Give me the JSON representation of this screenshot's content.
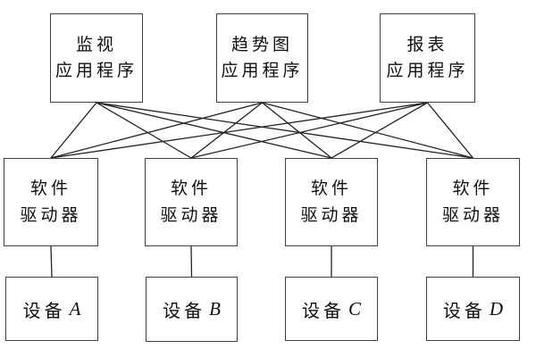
{
  "apps": [
    {
      "line1": "监视",
      "line2": "应用程序"
    },
    {
      "line1": "趋势图",
      "line2": "应用程序"
    },
    {
      "line1": "报表",
      "line2": "应用程序"
    }
  ],
  "drivers": [
    {
      "line1": "软件",
      "line2": "驱动器"
    },
    {
      "line1": "软件",
      "line2": "驱动器"
    },
    {
      "line1": "软件",
      "line2": "驱动器"
    },
    {
      "line1": "软件",
      "line2": "驱动器"
    }
  ],
  "devices": [
    {
      "prefix": "设备",
      "letter": "A"
    },
    {
      "prefix": "设备",
      "letter": "B"
    },
    {
      "prefix": "设备",
      "letter": "C"
    },
    {
      "prefix": "设备",
      "letter": "D"
    }
  ],
  "colors": {
    "line": "#222222",
    "border": "#404040",
    "background": "#ffffff",
    "text": "#101010"
  },
  "connections": [
    {
      "from": "app-0",
      "to": "drv-0"
    },
    {
      "from": "app-0",
      "to": "drv-1"
    },
    {
      "from": "app-0",
      "to": "drv-2"
    },
    {
      "from": "app-0",
      "to": "drv-3"
    },
    {
      "from": "app-1",
      "to": "drv-0"
    },
    {
      "from": "app-1",
      "to": "drv-1"
    },
    {
      "from": "app-1",
      "to": "drv-2"
    },
    {
      "from": "app-1",
      "to": "drv-3"
    },
    {
      "from": "app-2",
      "to": "drv-0"
    },
    {
      "from": "app-2",
      "to": "drv-1"
    },
    {
      "from": "app-2",
      "to": "drv-2"
    },
    {
      "from": "app-2",
      "to": "drv-3"
    },
    {
      "from": "drv-0",
      "to": "dev-0"
    },
    {
      "from": "drv-1",
      "to": "dev-1"
    },
    {
      "from": "drv-2",
      "to": "dev-2"
    },
    {
      "from": "drv-3",
      "to": "dev-3"
    }
  ]
}
